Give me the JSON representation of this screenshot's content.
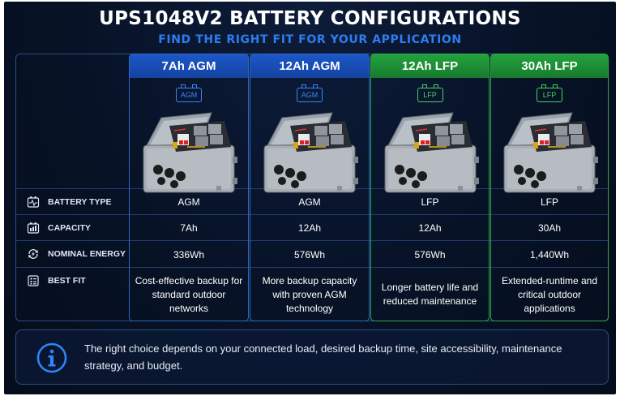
{
  "title": "UPS1048V2 BATTERY CONFIGURATIONS",
  "subtitle": "FIND THE RIGHT FIT FOR YOUR APPLICATION",
  "colors": {
    "agm_accent": "#1c57c9",
    "lfp_accent": "#24a23f",
    "subtitle": "#2d7df0",
    "background": "#071226"
  },
  "rows": [
    {
      "label": "BATTERY TYPE",
      "icon": "battery-pulse-icon"
    },
    {
      "label": "CAPACITY",
      "icon": "battery-capacity-icon"
    },
    {
      "label": "NOMINAL ENERGY",
      "icon": "energy-cycle-icon"
    },
    {
      "label": "BEST FIT",
      "icon": "checklist-icon"
    }
  ],
  "columns": [
    {
      "header": "7Ah AGM",
      "chip": "AGM",
      "type": "AGM",
      "capacity": "7Ah",
      "energy": "336Wh",
      "best_fit": "Cost-effective backup for standard outdoor networks",
      "variant": "agm"
    },
    {
      "header": "12Ah AGM",
      "chip": "AGM",
      "type": "AGM",
      "capacity": "12Ah",
      "energy": "576Wh",
      "best_fit": "More backup capacity with proven AGM technology",
      "variant": "agm"
    },
    {
      "header": "12Ah LFP",
      "chip": "LFP",
      "type": "LFP",
      "capacity": "12Ah",
      "energy": "576Wh",
      "best_fit": "Longer battery life and reduced maintenance",
      "variant": "lfp"
    },
    {
      "header": "30Ah LFP",
      "chip": "LFP",
      "type": "LFP",
      "capacity": "30Ah",
      "energy": "1,440Wh",
      "best_fit": "Extended-runtime and critical outdoor applications",
      "variant": "lfp"
    }
  ],
  "note": {
    "icon": "info-icon",
    "text": "The right choice depends on your connected load, desired backup time, site accessibility, maintenance strategy, and budget."
  }
}
